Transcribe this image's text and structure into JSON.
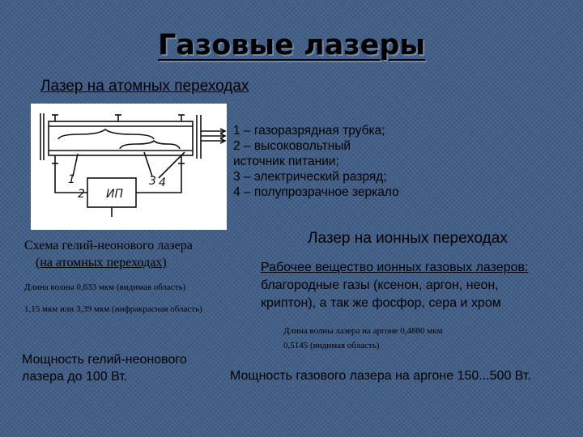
{
  "slide": {
    "title": "Газовые лазеры",
    "subtitle_atomic": "Лазер на атомных переходах",
    "legend": [
      "1 – газоразрядная трубка;",
      "2 – высоковольтный",
      "источник питании;",
      "3 – электрический разряд;",
      "4 – полупрозрачное зеркало"
    ],
    "diagram": {
      "box_label": "ИП",
      "num_1": "1",
      "num_2": "2",
      "num_3": "3",
      "num_4": "4"
    },
    "caption_line1": "Схема гелий-неонового лазера",
    "caption_line2": "(на атомных переходах)",
    "wavelength_visible": "Длина волны 0,633 мкм (видимая область)",
    "wavelength_ir": "1,15 мкм или 3,39 мкм (инфракрасная область)",
    "power_he_ne_line1": "Мощность гелий-неонового",
    "power_he_ne_line2": "лазера до 100 Вт.",
    "subtitle_ionic": "Лазер на ионных переходах",
    "ionic_line1": "Рабочее вещество ионных газовых лазеров:",
    "ionic_line2": "благородные газы (ксенон, аргон, неон,",
    "ionic_line3": "криптон), а так же фосфор, сера и хром",
    "argon_wavelength_line1": "Длина волны лазера на аргоне 0,4880 мкм",
    "argon_wavelength_line2": "0,5145 (видимая область)",
    "power_argon": "Мощность газового лазера на аргоне 150...500 Вт."
  }
}
